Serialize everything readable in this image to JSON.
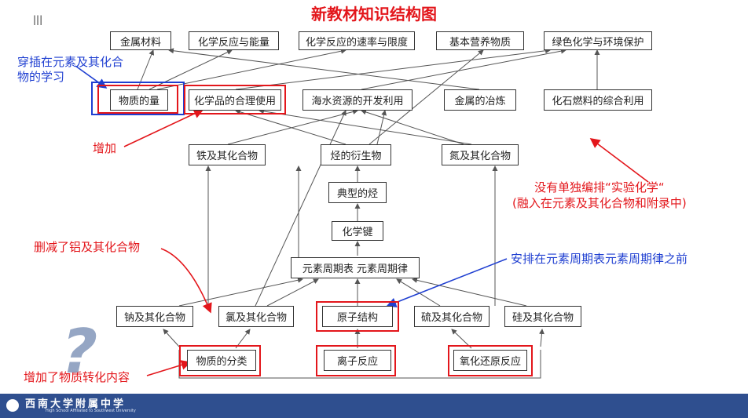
{
  "title": "新教材知识结构图",
  "corner_mark": "|||",
  "boxes": {
    "metal_materials": "金属材料",
    "reaction_energy": "化学反应与能量",
    "reaction_rate": "化学反应的速率与限度",
    "basic_nutrients": "基本营养物质",
    "green_chem": "绿色化学与环境保护",
    "amount_substance": "物质的量",
    "chem_safe_use": "化学品的合理使用",
    "seawater": "海水资源的开发利用",
    "metal_smelting": "金属的冶炼",
    "fossil_fuel": "化石燃料的综合利用",
    "iron": "铁及其化合物",
    "hydrocarbon_deriv": "烃的衍生物",
    "nitrogen": "氮及其化合物",
    "typical_hc": "典型的烃",
    "chem_bond": "化学键",
    "periodic": "元素周期表 元素周期律",
    "sodium": "钠及其化合物",
    "chlorine": "氯及其化合物",
    "atomic_structure": "原子结构",
    "sulfur": "硫及其化合物",
    "silicon": "硅及其化合物",
    "classification": "物质的分类",
    "ionic_reaction": "离子反应",
    "redox": "氧化还原反应"
  },
  "notes": {
    "interspersed": "穿插在元素及其化合\n物的学习",
    "added": "增加",
    "removed_al": "删减了铝及其化合物",
    "no_lab": "没有单独编排“实验化学“\n(融入在元素及其化合物和附录中)",
    "arranged_before": "安排在元素周期表元素周期律之前",
    "added_conversion": "增加了物质转化内容"
  },
  "decor": {
    "question_mark": "?"
  },
  "footer": {
    "school_cn": "西南大学附属中学",
    "school_en": "High School Affiliated to Southwest University"
  },
  "colors": {
    "title": "#e3161b",
    "note_red": "#e3161b",
    "note_blue": "#1f3fd1",
    "footer": "#2f4f8f"
  }
}
